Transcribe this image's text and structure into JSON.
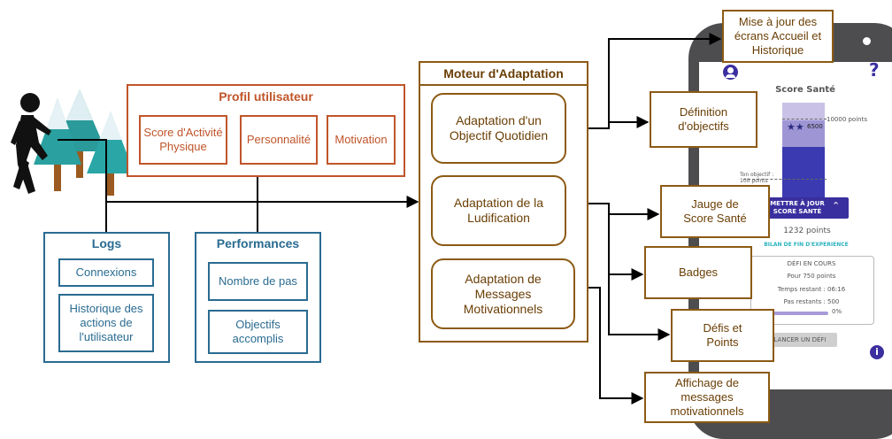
{
  "profil": {
    "title": "Profil utilisateur",
    "items": [
      "Score d'Activité Physique",
      "Personnalité",
      "Motivation"
    ]
  },
  "logs": {
    "title": "Logs",
    "items": [
      "Connexions",
      "Historique des actions de l'utilisateur"
    ]
  },
  "performances": {
    "title": "Performances",
    "items": [
      "Nombre de pas",
      "Objectifs accomplis"
    ]
  },
  "moteur": {
    "title": "Moteur d'Adaptation",
    "items": [
      "Adaptation d'un Objectif Quotidien",
      "Adaptation de la Ludification",
      "Adaptation de Messages Motivationnels"
    ]
  },
  "outputs": {
    "mise_a_jour": "Mise à jour des écrans Accueil et Historique",
    "definition": "Définition d'objectifs",
    "jauge": "Jauge de Score Santé",
    "badges": "Badges",
    "defis": "Défis et Points",
    "affichage": "Affichage de messages motivationnels"
  },
  "phone": {
    "score_title": "Score Santé",
    "gauge_top_label": "10000 points",
    "gauge_value": "6500",
    "objective_label": "Ton objectif : 100 points",
    "update_button": "METTRE À JOUR SCORE SANTÉ",
    "points": "1232 points",
    "bilan": "BILAN DE FIN D'EXPERIENCE",
    "defi_title": "DÉFI EN COURS",
    "defi_points": "Pour 750 points",
    "defi_time": "Temps restant : 06:16",
    "defi_steps": "Pas restants : 500",
    "defi_percent": "0%",
    "lancer": "LANCER UN DÉFI",
    "help": "?",
    "info": "i"
  },
  "colors": {
    "orange": "#c0552a",
    "blue": "#2a6b91",
    "brown": "#8c5a14",
    "phone_accent": "#4a3aa8",
    "bilan": "#2bb3c0"
  }
}
